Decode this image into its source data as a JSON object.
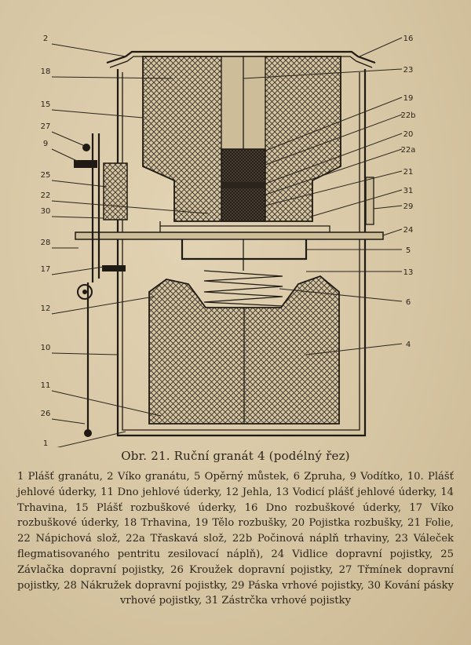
{
  "figure": {
    "labels_left": [
      "2",
      "18",
      "15",
      "27",
      "9",
      "25",
      "22",
      "30",
      "28",
      "17",
      "12",
      "10",
      "11",
      "26",
      "1"
    ],
    "labels_right": [
      "16",
      "23",
      "19",
      "22b",
      "20",
      "22a",
      "21",
      "31",
      "29",
      "24",
      "5",
      "13",
      "6",
      "4"
    ]
  },
  "caption": "Obr. 21. Ruční granát 4 (podélný řez)",
  "legend": "1 Plášť granátu, 2 Víko granátu, 5 Opěrný můstek, 6 Zpruha, 9 Vodítko, 10. Plášť jehlové úderky, 11 Dno jehlové úderky, 12 Jehla, 13 Vodicí plášť jehlové úderky, 14 Trhavina, 15 Plášť rozbuškové úderky, 16 Dno rozbuškové úderky, 17 Víko rozbuškové úderky, 18 Trhavina, 19 Tělo rozbušky, 20 Pojistka rozbušky, 21 Folie, 22 Nápichová slož, 22a Třaskavá slož, 22b Počinová náplň trhaviny, 23 Váleček flegmatisovaného pentritu zesilovací náplň), 24 Vidlice dopravní pojistky, 25 Závlačka dopravní pojistky, 26 Kroužek dopravní pojistky, 27 Třmínek dopravní pojistky, 28 Nákružek dopravní pojistky, 29 Páska vrhové pojistky, 30 Kování pásky vrhové pojistky, 31 Zástrčka vrhové pojistky"
}
